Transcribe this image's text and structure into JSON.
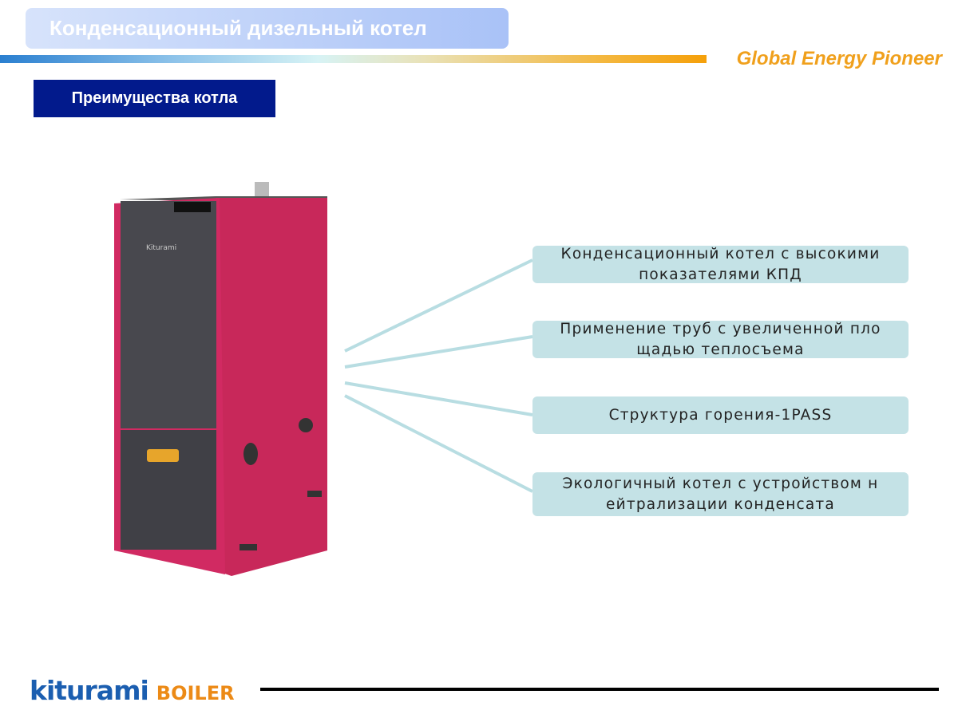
{
  "header": {
    "title": "Конденсационный дизельный котел",
    "tagline": "Global Energy Pioneer"
  },
  "section": {
    "title": "Преимущества котла"
  },
  "features": [
    {
      "line1": "Конденсационный котел с высокими",
      "line2": "показателями КПД"
    },
    {
      "line1": "Применение труб с увеличенной пло",
      "line2": "щадью теплосъема"
    },
    {
      "line1": "Структура горения-1PASS"
    },
    {
      "line1": "Экологичный котел с устройством н",
      "line2": "ейтрализации конденсата"
    }
  ],
  "product": {
    "brand_mark": "Kiturami"
  },
  "footer": {
    "logo_brand": "kiturami",
    "logo_product": "BOILER"
  },
  "colors": {
    "accent_orange": "#f0a01c",
    "section_blue": "#021a8c",
    "box_bg": "#c4e2e6",
    "boiler_pink": "#c8285a"
  }
}
